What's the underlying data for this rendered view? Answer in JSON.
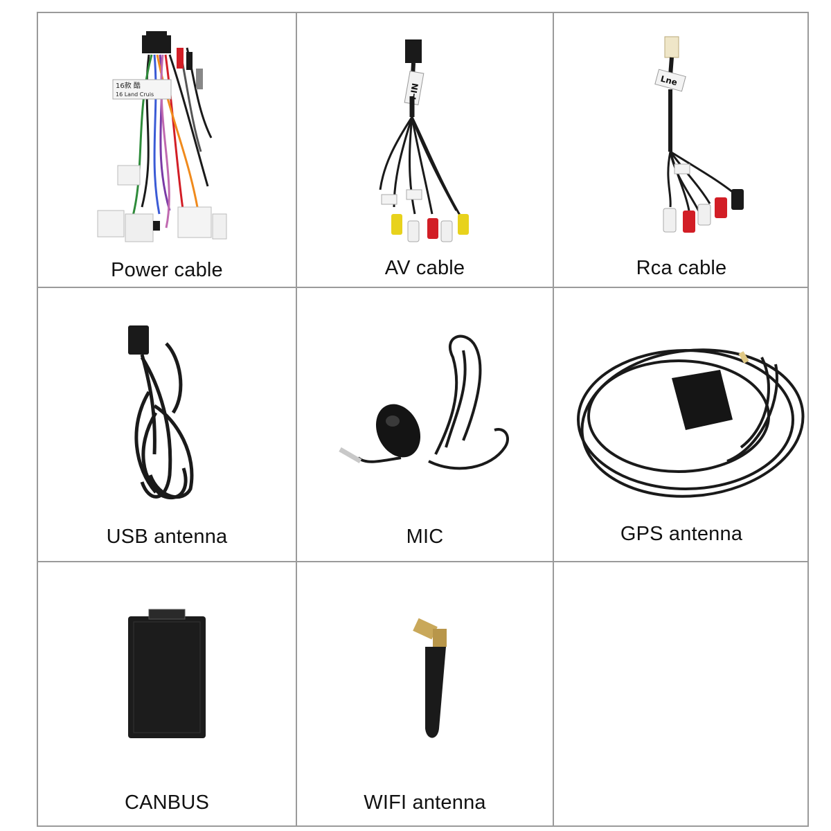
{
  "items": [
    {
      "label": "Power cable",
      "icon": "power-cable-harness-icon"
    },
    {
      "label": "AV cable",
      "icon": "av-cable-icon"
    },
    {
      "label": "Rca cable",
      "icon": "rca-cable-icon"
    },
    {
      "label": "USB antenna",
      "icon": "usb-cable-icon"
    },
    {
      "label": "MIC",
      "icon": "microphone-icon"
    },
    {
      "label": "GPS antenna",
      "icon": "gps-antenna-icon"
    },
    {
      "label": "CANBUS",
      "icon": "canbus-box-icon"
    },
    {
      "label": "WIFI antenna",
      "icon": "wifi-antenna-icon"
    }
  ],
  "product_text": {
    "harness_tag_line1": "16款 酷",
    "harness_tag_line2": "16 Land Cruis",
    "av_tag": "I-IN",
    "rca_tag": "Lne"
  },
  "colors": {
    "border": "#9a9a9a",
    "cable_black": "#1a1a1a",
    "rca_yellow": "#e8d21c",
    "rca_red": "#d21e26",
    "rca_white": "#f0f0f0"
  }
}
